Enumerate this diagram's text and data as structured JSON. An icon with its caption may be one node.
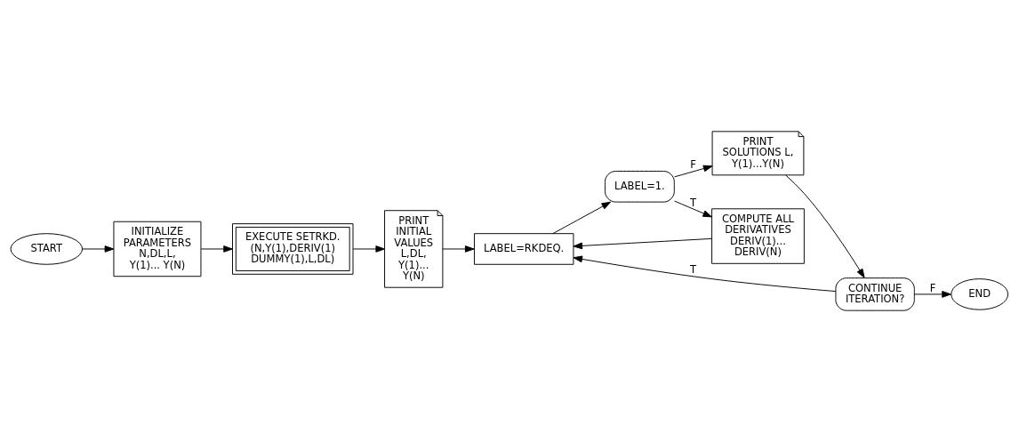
{
  "diagram": {
    "nodes": [
      {
        "text": [
          "START"
        ]
      },
      {
        "text": [
          "INITIALIZE PARAMETERS N,DL,L, Y(1)... Y(N)"
        ]
      },
      {
        "text": [
          "EXECUTE SETRKD. (N,Y(1),DERIV(1) DUMMY(1),L,DL)"
        ]
      },
      {
        "text": [
          "PRINT INITIAL VALUES L,DL, Y(1)... Y(N)"
        ]
      },
      {
        "text": [
          "LABEL=RKDEQ."
        ]
      },
      {
        "text": [
          "LABEL=1."
        ]
      },
      {
        "text": [
          "COMPUTE ALL DERIVATIVES DERIV(1)... DERIV(N)"
        ]
      },
      {
        "text": [
          "PRINT SOLUTIONS L, Y(1)...Y(N)"
        ]
      },
      {
        "text": [
          "CONTINUE ITERATION?"
        ]
      },
      {
        "text": [
          "END"
        ]
      }
    ],
    "edges": [
      {
        "from": 0,
        "to": 1,
        "arrow": "to"
      },
      {
        "from": 1,
        "to": 2,
        "arrow": "to"
      },
      {
        "from": 2,
        "to": 3,
        "arrow": "to"
      },
      {
        "from": 3,
        "to": 4,
        "arrow": "to"
      },
      {
        "from": 4,
        "to": 5,
        "arrow": "to"
      },
      {
        "from": 5,
        "to": 6,
        "arrow": "to",
        "label": "T"
      },
      {
        "from": 5,
        "to": 7,
        "arrow": "to",
        "label": "F"
      },
      {
        "from": 6,
        "to": 4,
        "arrow": "to"
      },
      {
        "from": 7,
        "to": 8,
        "arrow": "to"
      },
      {
        "from": 8,
        "to": 4,
        "arrow": "to",
        "label": "T"
      },
      {
        "from": 8,
        "to": 9,
        "arrow": "to",
        "label": "F"
      }
    ]
  }
}
